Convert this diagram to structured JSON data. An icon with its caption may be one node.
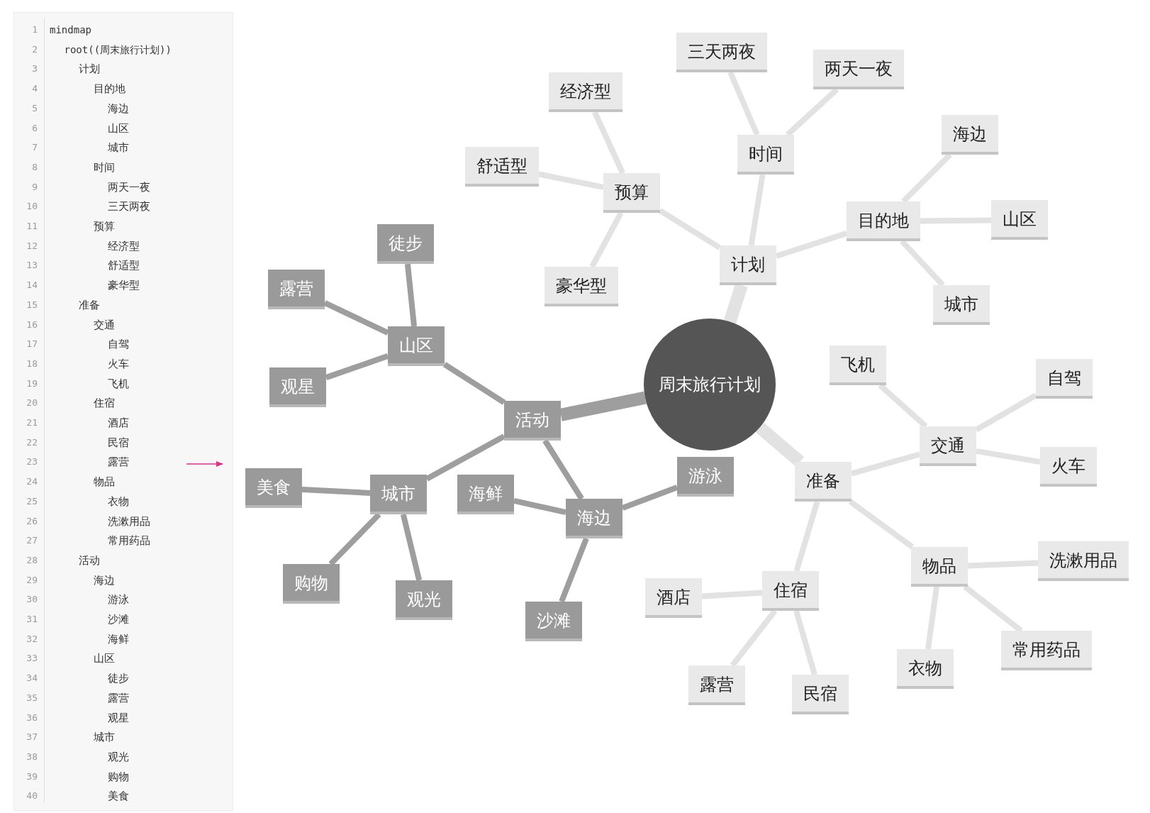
{
  "diagram": {
    "nodes": [
      {
        "text": [
          "周末旅行计划"
        ]
      },
      {
        "text": [
          "计划"
        ]
      },
      {
        "text": [
          "目的地"
        ]
      },
      {
        "text": [
          "海边"
        ]
      },
      {
        "text": [
          "山区"
        ]
      },
      {
        "text": [
          "城市"
        ]
      },
      {
        "text": [
          "时间"
        ]
      },
      {
        "text": [
          "两天一夜"
        ]
      },
      {
        "text": [
          "三天两夜"
        ]
      },
      {
        "text": [
          "预算"
        ]
      },
      {
        "text": [
          "经济型"
        ]
      },
      {
        "text": [
          "舒适型"
        ]
      },
      {
        "text": [
          "豪华型"
        ]
      },
      {
        "text": [
          "准备"
        ]
      },
      {
        "text": [
          "交通"
        ]
      },
      {
        "text": [
          "自驾"
        ]
      },
      {
        "text": [
          "火车"
        ]
      },
      {
        "text": [
          "飞机"
        ]
      },
      {
        "text": [
          "住宿"
        ]
      },
      {
        "text": [
          "酒店"
        ]
      },
      {
        "text": [
          "民宿"
        ]
      },
      {
        "text": [
          "露营"
        ]
      },
      {
        "text": [
          "物品"
        ]
      },
      {
        "text": [
          "衣物"
        ]
      },
      {
        "text": [
          "洗漱用品"
        ]
      },
      {
        "text": [
          "常用药品"
        ]
      },
      {
        "text": [
          "活动"
        ]
      },
      {
        "text": [
          "海边"
        ]
      },
      {
        "text": [
          "游泳"
        ]
      },
      {
        "text": [
          "沙滩"
        ]
      },
      {
        "text": [
          "海鲜"
        ]
      },
      {
        "text": [
          "山区"
        ]
      },
      {
        "text": [
          "徒步"
        ]
      },
      {
        "text": [
          "露营"
        ]
      },
      {
        "text": [
          "观星"
        ]
      },
      {
        "text": [
          "城市"
        ]
      },
      {
        "text": [
          "观光"
        ]
      },
      {
        "text": [
          "购物"
        ]
      },
      {
        "text": [
          "美食"
        ]
      }
    ],
    "edges": [
      {
        "from": 0,
        "to": 1,
        "arrow": "none",
        "style": "thick"
      },
      {
        "from": 1,
        "to": 2,
        "arrow": "none"
      },
      {
        "from": 2,
        "to": 3,
        "arrow": "none"
      },
      {
        "from": 2,
        "to": 4,
        "arrow": "none"
      },
      {
        "from": 2,
        "to": 5,
        "arrow": "none"
      },
      {
        "from": 1,
        "to": 6,
        "arrow": "none"
      },
      {
        "from": 6,
        "to": 7,
        "arrow": "none"
      },
      {
        "from": 6,
        "to": 8,
        "arrow": "none"
      },
      {
        "from": 1,
        "to": 9,
        "arrow": "none"
      },
      {
        "from": 9,
        "to": 10,
        "arrow": "none"
      },
      {
        "from": 9,
        "to": 11,
        "arrow": "none"
      },
      {
        "from": 9,
        "to": 12,
        "arrow": "none"
      },
      {
        "from": 0,
        "to": 13,
        "arrow": "none",
        "style": "thick"
      },
      {
        "from": 13,
        "to": 14,
        "arrow": "none"
      },
      {
        "from": 14,
        "to": 15,
        "arrow": "none"
      },
      {
        "from": 14,
        "to": 16,
        "arrow": "none"
      },
      {
        "from": 14,
        "to": 17,
        "arrow": "none"
      },
      {
        "from": 13,
        "to": 18,
        "arrow": "none"
      },
      {
        "from": 18,
        "to": 19,
        "arrow": "none"
      },
      {
        "from": 18,
        "to": 20,
        "arrow": "none"
      },
      {
        "from": 18,
        "to": 21,
        "arrow": "none"
      },
      {
        "from": 13,
        "to": 22,
        "arrow": "none"
      },
      {
        "from": 22,
        "to": 23,
        "arrow": "none"
      },
      {
        "from": 22,
        "to": 24,
        "arrow": "none"
      },
      {
        "from": 22,
        "to": 25,
        "arrow": "none"
      },
      {
        "from": 0,
        "to": 26,
        "arrow": "none",
        "style": "thick",
        "color": "#9e9e9e"
      },
      {
        "from": 26,
        "to": 27,
        "arrow": "none",
        "color": "#9e9e9e"
      },
      {
        "from": 27,
        "to": 28,
        "arrow": "none",
        "color": "#9e9e9e"
      },
      {
        "from": 27,
        "to": 29,
        "arrow": "none",
        "color": "#9e9e9e"
      },
      {
        "from": 27,
        "to": 30,
        "arrow": "none",
        "color": "#9e9e9e"
      },
      {
        "from": 26,
        "to": 31,
        "arrow": "none",
        "color": "#9e9e9e"
      },
      {
        "from": 31,
        "to": 32,
        "arrow": "none",
        "color": "#9e9e9e"
      },
      {
        "from": 31,
        "to": 33,
        "arrow": "none",
        "color": "#9e9e9e"
      },
      {
        "from": 31,
        "to": 34,
        "arrow": "none",
        "color": "#9e9e9e"
      },
      {
        "from": 26,
        "to": 35,
        "arrow": "none",
        "color": "#9e9e9e"
      },
      {
        "from": 35,
        "to": 36,
        "arrow": "none",
        "color": "#9e9e9e"
      },
      {
        "from": 35,
        "to": 37,
        "arrow": "none",
        "color": "#9e9e9e"
      },
      {
        "from": 35,
        "to": 38,
        "arrow": "none",
        "color": "#9e9e9e"
      }
    ],
    "labels": [
      "1",
      "mindmap",
      "2",
      "root((周末旅行计划))",
      "3",
      "计划",
      "4",
      "目的地",
      "5",
      "海边",
      "6",
      "山区",
      "7",
      "城市",
      "8",
      "时间",
      "9",
      "两天一夜",
      "10",
      "三天两夜",
      "11",
      "预算",
      "12",
      "经济型",
      "13",
      "舒适型",
      "14",
      "豪华型",
      "15",
      "准备",
      "16",
      "交通",
      "17",
      "自驾",
      "18",
      "火车",
      "19",
      "飞机",
      "20",
      "住宿",
      "21",
      "酒店",
      "22",
      "民宿",
      "23",
      "露营",
      "24",
      "物品",
      "25",
      "衣物",
      "26",
      "洗漱用品",
      "27",
      "常用药品",
      "28",
      "活动",
      "29",
      "海边",
      "30",
      "游泳",
      "31",
      "沙滩",
      "32",
      "海鲜",
      "33",
      "山区",
      "34",
      "徒步",
      "35",
      "露营",
      "36",
      "观星",
      "37",
      "城市",
      "38",
      "观光",
      "39",
      "购物",
      "40",
      "美食"
    ]
  }
}
